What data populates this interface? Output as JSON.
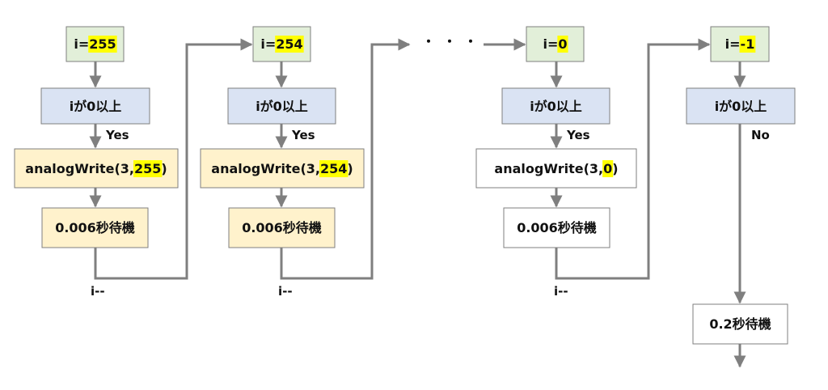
{
  "colors": {
    "green_fill": "#e2efd9",
    "blue_fill": "#dae3f3",
    "orange_fill": "#fff2cc",
    "white_fill": "#ffffff",
    "border": "#7f7f7f",
    "arrow": "#7f7f7f",
    "highlight": "#ffff00"
  },
  "columns": [
    {
      "init": {
        "prefix": "i=",
        "value": "255"
      },
      "condition": "iが0以上",
      "branch": "Yes",
      "write": {
        "prefix": "analogWrite(3,",
        "value": "255",
        "suffix": ")"
      },
      "wait": "0.006秒待機",
      "decrement": "i--",
      "style": "orange"
    },
    {
      "init": {
        "prefix": "i=",
        "value": "254"
      },
      "condition": "iが0以上",
      "branch": "Yes",
      "write": {
        "prefix": "analogWrite(3,",
        "value": "254",
        "suffix": ")"
      },
      "wait": "0.006秒待機",
      "decrement": "i--",
      "style": "orange"
    },
    {
      "init": {
        "prefix": "i=",
        "value": "0"
      },
      "condition": "iが0以上",
      "branch": "Yes",
      "write": {
        "prefix": "analogWrite(3,",
        "value": "0",
        "suffix": ")"
      },
      "wait": "0.006秒待機",
      "decrement": "i--",
      "style": "white"
    }
  ],
  "ellipsis": "・・・",
  "final": {
    "init": {
      "prefix": "i=",
      "value": "-1"
    },
    "condition": "iが0以上",
    "branch": "No",
    "wait": "0.2秒待機"
  }
}
